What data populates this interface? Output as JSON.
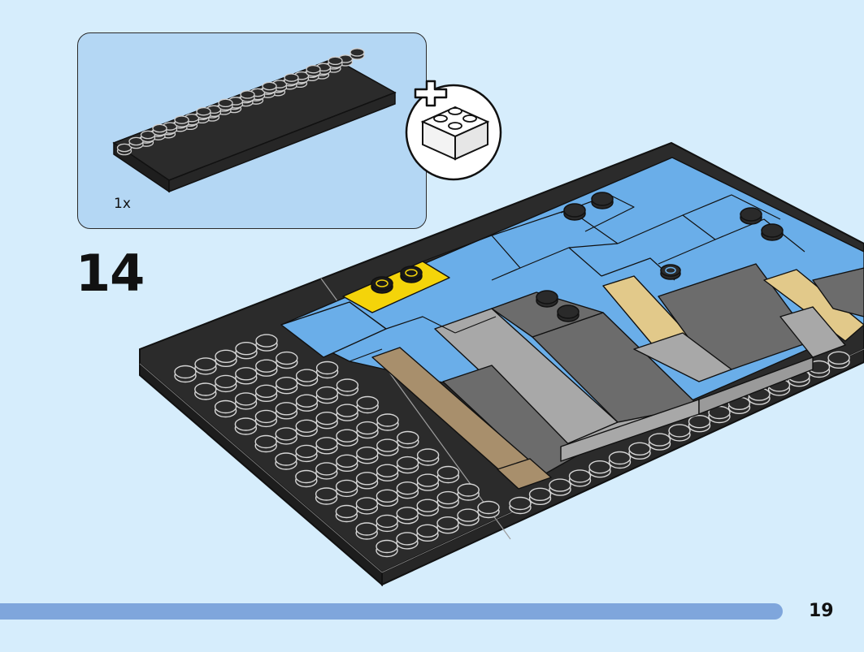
{
  "step": {
    "number": "14"
  },
  "parts_callout": {
    "quantity": "1x",
    "part": "black-plate-4x10",
    "add_icon": "plus-brick-icon"
  },
  "footer": {
    "page_number": "19"
  },
  "colors": {
    "background": "#d6edfc",
    "callout_box": "#b4d7f4",
    "page_bar": "#7fa6dc",
    "plate_black": "#2b2b2b",
    "tile_blue": "#6aaee9",
    "tile_yellow": "#f4d40a",
    "tile_light_gray": "#a8a8a8",
    "tile_dark_gray": "#6c6c6c",
    "tile_tan": "#e2c98a",
    "tile_dark_tan": "#a88f6c"
  }
}
